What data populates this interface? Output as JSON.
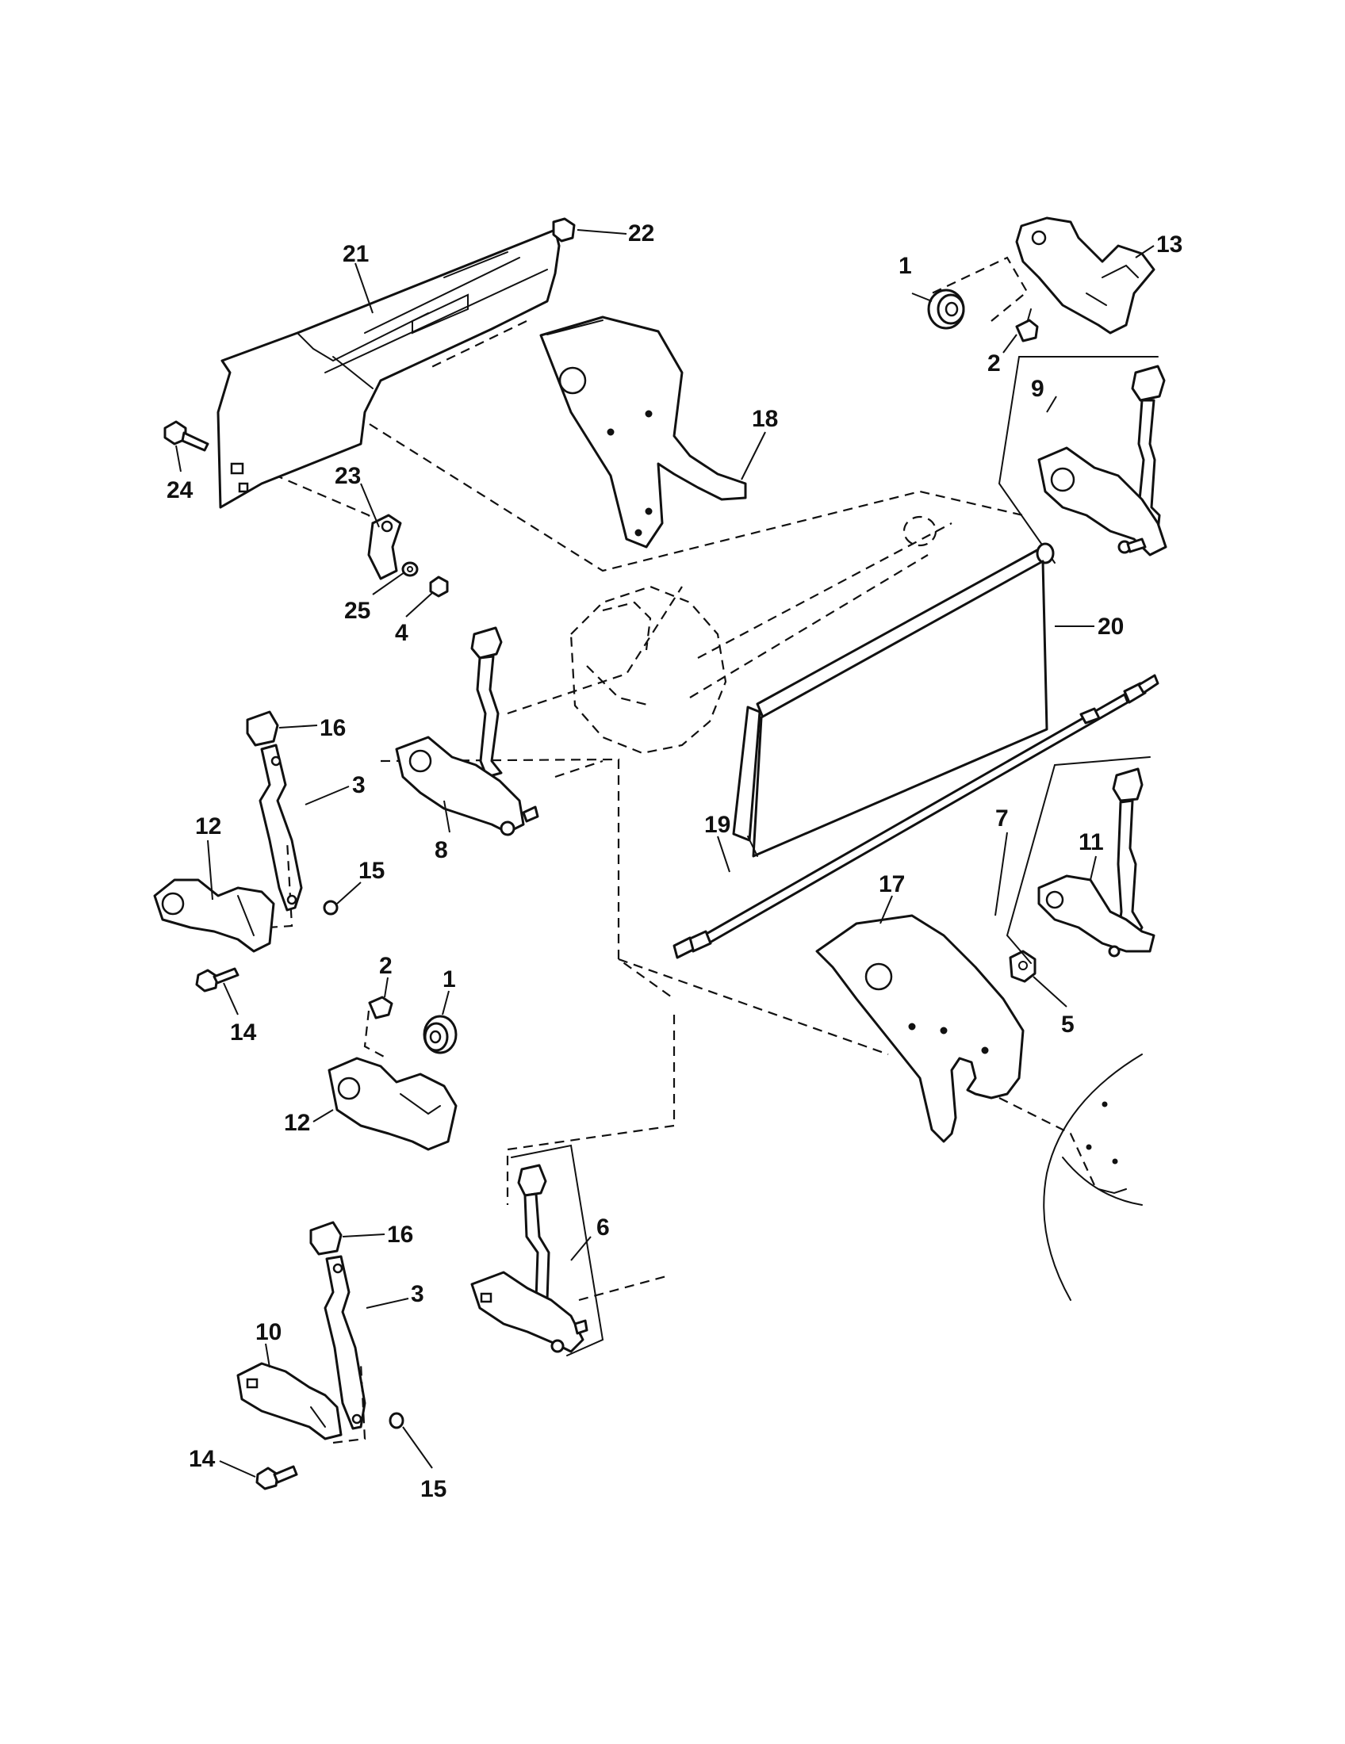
{
  "callouts": [
    {
      "id": "c21",
      "text": "21"
    },
    {
      "id": "c22",
      "text": "22"
    },
    {
      "id": "c24",
      "text": "24"
    },
    {
      "id": "c23",
      "text": "23"
    },
    {
      "id": "c25",
      "text": "25"
    },
    {
      "id": "c4",
      "text": "4"
    },
    {
      "id": "c18",
      "text": "18"
    },
    {
      "id": "c1a",
      "text": "1"
    },
    {
      "id": "c13",
      "text": "13"
    },
    {
      "id": "c2a",
      "text": "2"
    },
    {
      "id": "c9",
      "text": "9"
    },
    {
      "id": "c20",
      "text": "20"
    },
    {
      "id": "c16a",
      "text": "16"
    },
    {
      "id": "c3a",
      "text": "3"
    },
    {
      "id": "c12a",
      "text": "12"
    },
    {
      "id": "c15a",
      "text": "15"
    },
    {
      "id": "c14a",
      "text": "14"
    },
    {
      "id": "c8",
      "text": "8"
    },
    {
      "id": "c19",
      "text": "19"
    },
    {
      "id": "c17",
      "text": "17"
    },
    {
      "id": "c7",
      "text": "7"
    },
    {
      "id": "c11",
      "text": "11"
    },
    {
      "id": "c5",
      "text": "5"
    },
    {
      "id": "c2b",
      "text": "2"
    },
    {
      "id": "c1b",
      "text": "1"
    },
    {
      "id": "c12b",
      "text": "12"
    },
    {
      "id": "c6",
      "text": "6"
    },
    {
      "id": "c16b",
      "text": "16"
    },
    {
      "id": "c3b",
      "text": "3"
    },
    {
      "id": "c10",
      "text": "10"
    },
    {
      "id": "c14b",
      "text": "14"
    },
    {
      "id": "c15b",
      "text": "15"
    }
  ]
}
